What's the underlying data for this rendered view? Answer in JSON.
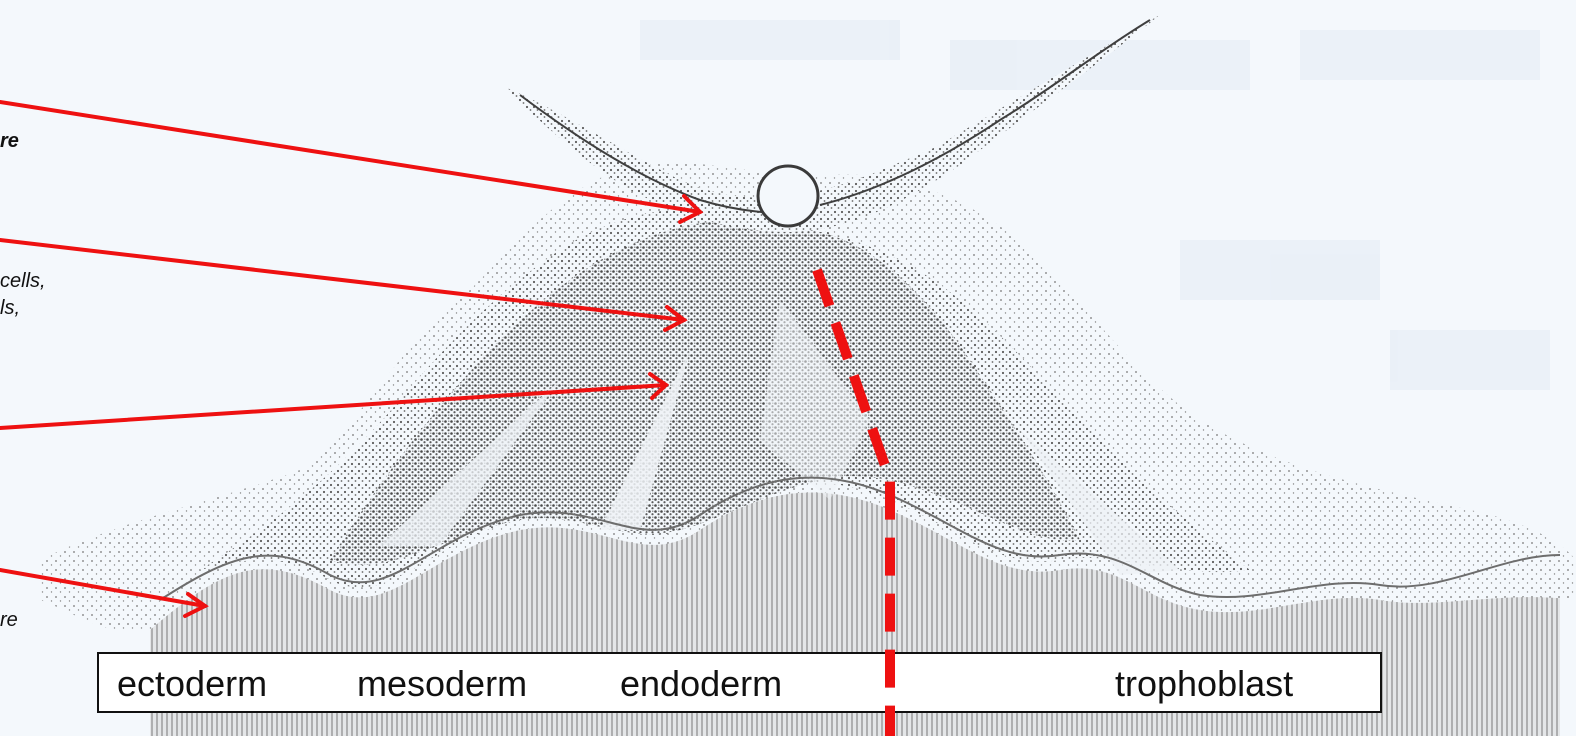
{
  "annotations": {
    "note_1": "re",
    "note_2": "cells,",
    "note_3": "ls,",
    "note_4": "re"
  },
  "layers": {
    "ectoderm": "ectoderm",
    "mesoderm": "mesoderm",
    "endoderm": "endoderm",
    "trophoblast": "trophoblast"
  },
  "colors": {
    "arrow": "#ee1111",
    "divider": "#ee1111",
    "stipple": "#555555",
    "background": "#f4f8fc"
  }
}
